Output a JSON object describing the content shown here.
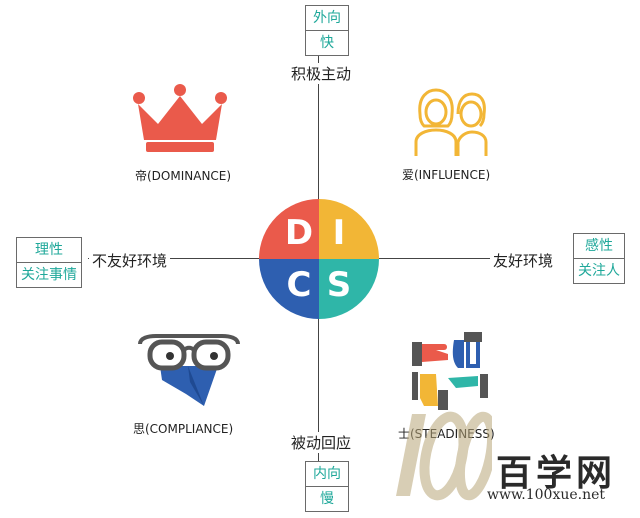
{
  "axes": {
    "top": {
      "tags": [
        "外向",
        "快"
      ],
      "label": "积极主动"
    },
    "bottom": {
      "label": "被动回应",
      "tags": [
        "内向",
        "慢"
      ]
    },
    "left": {
      "label": "不友好环境",
      "tags": [
        "理性",
        "关注事情"
      ]
    },
    "right": {
      "label": "友好环境",
      "tags": [
        "感性",
        "关注人"
      ]
    }
  },
  "quadrants": [
    {
      "id": "D",
      "label": "帝(DOMINANCE)",
      "icon": "crown-icon",
      "color": "#ea5a4b"
    },
    {
      "id": "I",
      "label": "爱(INFLUENCE)",
      "icon": "people-icon",
      "color": "#f2b636"
    },
    {
      "id": "C",
      "label": "思(COMPLIANCE)",
      "icon": "mustache-glasses-icon",
      "color": "#2e5fb0"
    },
    {
      "id": "S",
      "label": "士(STEADINESS)",
      "icon": "linked-hands-icon",
      "color": "#2fb6a8"
    }
  ],
  "center": {
    "letters": [
      "D",
      "I",
      "C",
      "S"
    ]
  },
  "watermark": {
    "brand": "百学网",
    "url": "www.100xue.net"
  }
}
